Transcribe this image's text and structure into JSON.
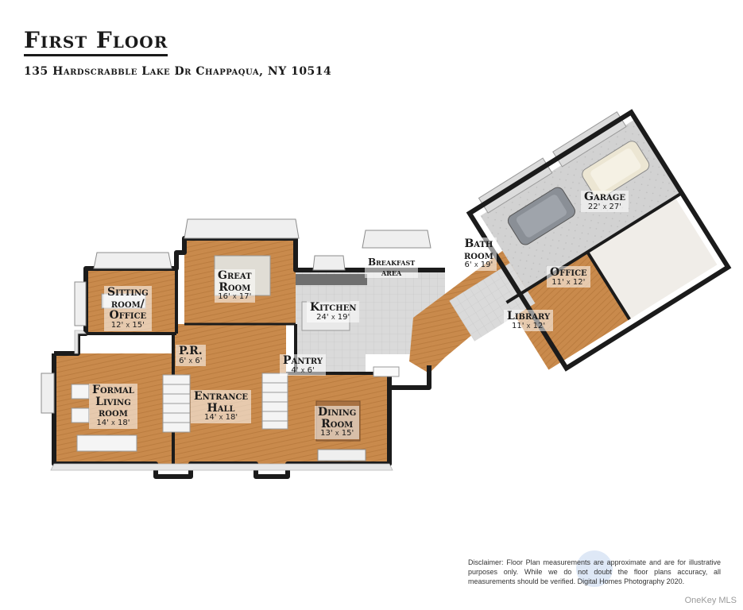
{
  "header": {
    "title": "First Floor",
    "address": "135 Hardscrabble Lake Dr Chappaqua, NY 10514"
  },
  "rooms": {
    "great_room": {
      "name1": "Great",
      "name2": "Room",
      "dim": "16' x 17'"
    },
    "sitting_room": {
      "name1": "Sitting",
      "name2": "room/",
      "name3": "Office",
      "dim": "12' x 15'"
    },
    "breakfast": {
      "name1": "Breakfast",
      "name2": "area"
    },
    "kitchen": {
      "name1": "Kitchen",
      "dim": "24' x 19'"
    },
    "bath_room": {
      "name1": "Bath",
      "name2": "room",
      "dim": "6' x 19'"
    },
    "garage": {
      "name1": "Garage",
      "dim": "22' x 27'"
    },
    "office": {
      "name1": "Office",
      "dim": "11' x 12'"
    },
    "library": {
      "name1": "Library",
      "dim": "11' x 12'"
    },
    "pr": {
      "name1": "P.R.",
      "dim": "6' x 6'"
    },
    "pantry": {
      "name1": "Pantry",
      "dim": "4' x 6'"
    },
    "formal_living": {
      "name1": "Formal",
      "name2": "Living",
      "name3": "room",
      "dim": "14' x 18'"
    },
    "entrance_hall": {
      "name1": "Entrance",
      "name2": "Hall",
      "dim": "14' x 18'"
    },
    "dining": {
      "name1": "Dining",
      "name2": "Room",
      "dim": "13' x 15'"
    }
  },
  "footer": {
    "disclaimer": "Disclaimer: Floor Plan measurements are approximate and are for illustrative purposes only. While we do not doubt the floor plans accuracy, all measurements should be verified. Digital Homes Photography 2020.",
    "watermark": "OneKey MLS"
  },
  "colors": {
    "wood_floor": "#c98a4c",
    "tile_floor": "#d9d9d9",
    "wall": "#1b1b1b",
    "wall_side": "#e6e6e6",
    "garage_floor": "#cfcfcf"
  }
}
